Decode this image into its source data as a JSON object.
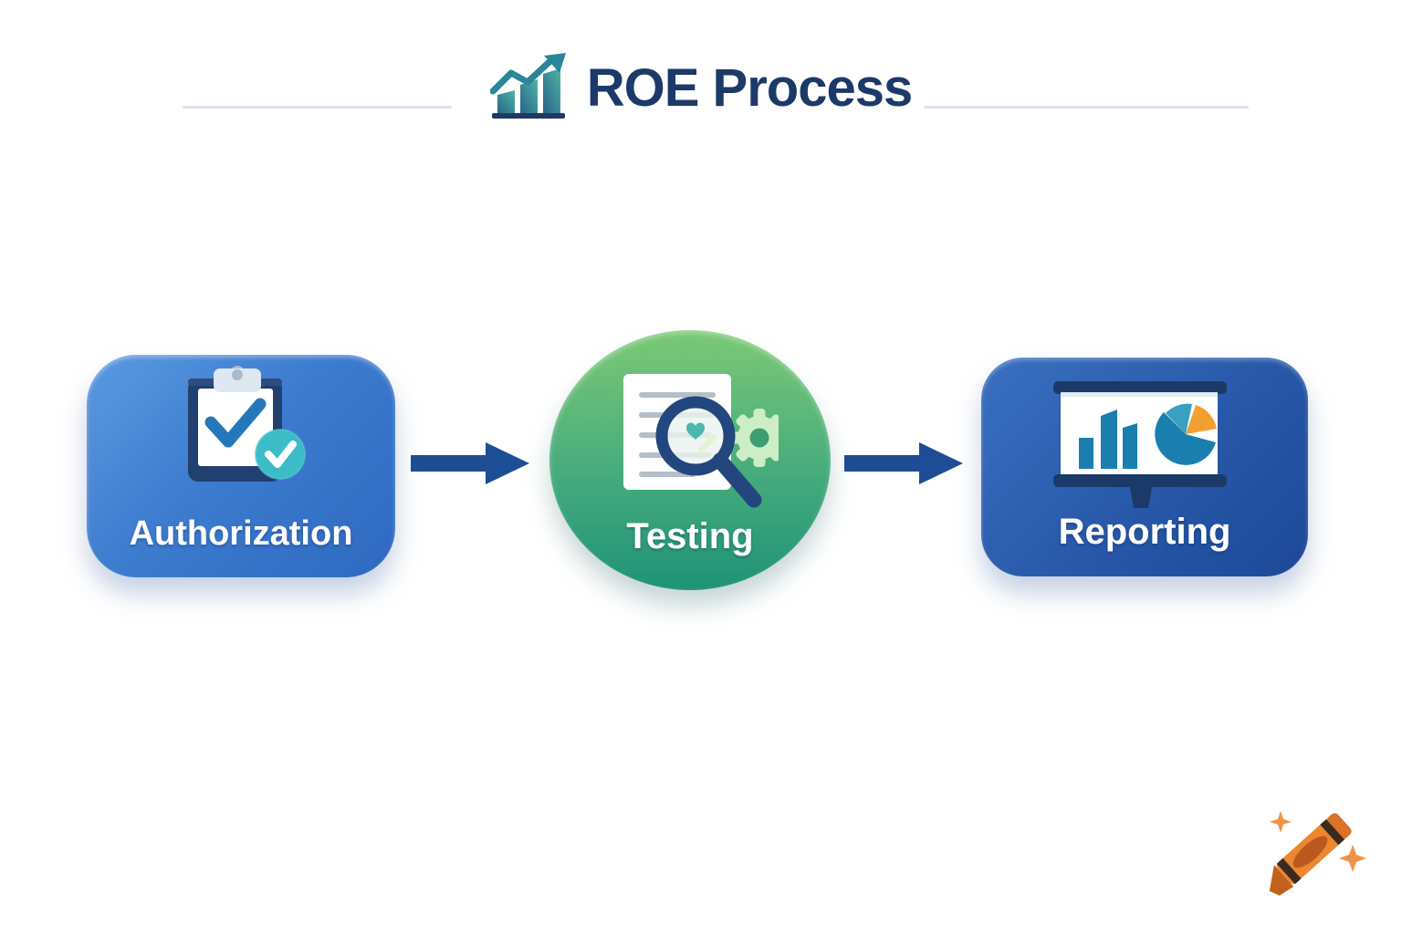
{
  "header": {
    "title": "ROE Process",
    "logo_icon": "bar-chart-growth-icon",
    "title_color": "#1c3a69",
    "divider_color": "#dce3ec"
  },
  "steps": [
    {
      "label": "Authorization",
      "shape": "rounded-rectangle",
      "icon": "clipboard-check-icon",
      "color_top": "#5b9ae0",
      "color_bottom": "#2e69c0"
    },
    {
      "label": "Testing",
      "shape": "circle",
      "icon": "document-search-gear-icon",
      "color_top": "#7cc976",
      "color_bottom": "#1f9377"
    },
    {
      "label": "Reporting",
      "shape": "rounded-rectangle",
      "icon": "presentation-charts-icon",
      "color_top": "#3a70c0",
      "color_bottom": "#1c4897"
    }
  ],
  "arrows": {
    "count": 2,
    "color": "#1d4e95",
    "direction": "right"
  },
  "watermark": {
    "icon": "crayon-icon",
    "color": "#ed8630"
  },
  "colors": {
    "background": "#ffffff",
    "label_text": "#ffffff",
    "clipboard_board": "#21406f",
    "check_blue": "#2478ba",
    "badge_teal": "#3bbcc6",
    "magnifier_navy": "#24467e",
    "gear_green": "#cdeec4",
    "chart_teal": "#1a7fae",
    "pie_orange": "#f2a02f",
    "pie_light_teal": "#38a0c2"
  }
}
